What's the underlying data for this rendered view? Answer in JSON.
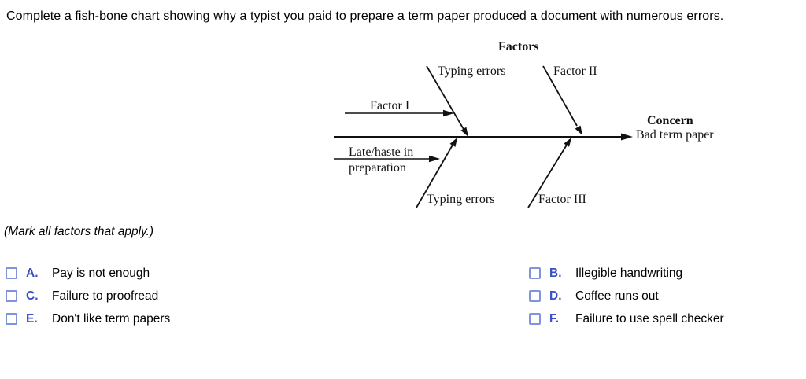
{
  "page": {
    "title": "Complete a fish-bone chart showing why a typist you paid to prepare a term paper produced a document with numerous errors.",
    "instruction": "(Mark all factors that apply.)"
  },
  "diagram": {
    "type": "fishbone",
    "factors_heading": "Factors",
    "concern_heading": "Concern",
    "concern_value": "Bad term paper",
    "bones": {
      "top_left": "Typing errors",
      "top_right": "Factor II",
      "mid_left_sub": "Factor I",
      "lower_left_sub_line1": "Late/haste in",
      "lower_left_sub_line2": "preparation",
      "bottom_left": "Typing errors",
      "bottom_right": "Factor III"
    }
  },
  "options": [
    {
      "letter": "A.",
      "label": "Pay is not enough",
      "checked": false
    },
    {
      "letter": "B.",
      "label": "Illegible handwriting",
      "checked": false
    },
    {
      "letter": "C.",
      "label": "Failure to proofread",
      "checked": false
    },
    {
      "letter": "D.",
      "label": "Coffee runs out",
      "checked": false
    },
    {
      "letter": "E.",
      "label": "Don't like term papers",
      "checked": false
    },
    {
      "letter": "F.",
      "label": "Failure to use spell checker",
      "checked": false
    }
  ],
  "colors": {
    "option_letter": "#3b50c8",
    "checkbox_border": "#8093dc",
    "diagram_ink": "#111111",
    "text": "#000000",
    "background": "#ffffff"
  }
}
